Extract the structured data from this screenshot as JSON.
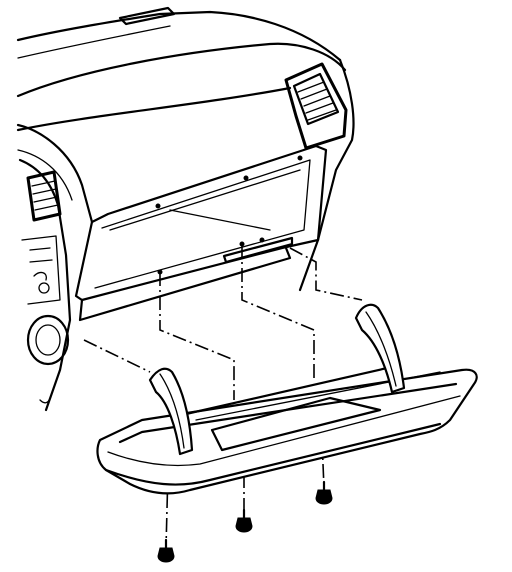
{
  "diagram": {
    "parts": [
      {
        "name": "instrument-panel",
        "icon": "dashboard-icon"
      },
      {
        "name": "air-outlet-right",
        "icon": "vent-icon"
      },
      {
        "name": "air-outlet-center",
        "icon": "vent-icon"
      },
      {
        "name": "glove-box-opening",
        "icon": "opening-icon"
      },
      {
        "name": "glove-box-door",
        "icon": "glove-box-icon"
      },
      {
        "name": "hinge-arm-left",
        "icon": "hinge-icon"
      },
      {
        "name": "hinge-arm-right",
        "icon": "hinge-icon"
      },
      {
        "name": "screw",
        "icon": "screw-icon",
        "count": 3
      }
    ],
    "colors": {
      "ink": "#000000",
      "background": "#ffffff"
    }
  }
}
